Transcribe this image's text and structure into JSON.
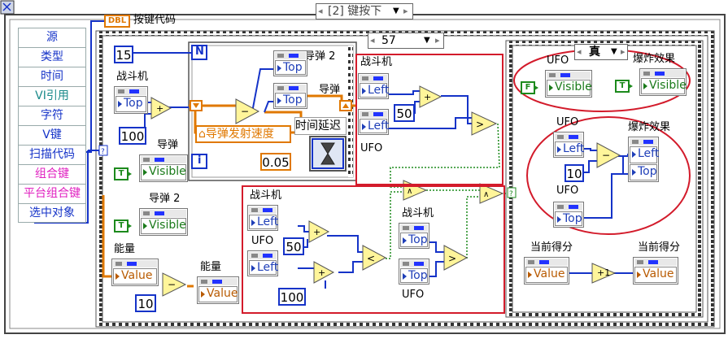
{
  "event_structure": {
    "selector_label": "[2] 键按下",
    "event_data_items": [
      {
        "label": "源",
        "color": "#1533c8"
      },
      {
        "label": "类型",
        "color": "#1533c8"
      },
      {
        "label": "时间",
        "color": "#1533c8"
      },
      {
        "label": "VI引用",
        "color": "#1a8a8a"
      },
      {
        "label": "字符",
        "color": "#1533c8"
      },
      {
        "label": "V键",
        "color": "#1533c8"
      },
      {
        "label": "扫描代码",
        "color": "#1533c8"
      },
      {
        "label": "组合键",
        "color": "#e020c0"
      },
      {
        "label": "平台组合键",
        "color": "#e020c0"
      },
      {
        "label": "选中对象",
        "color": "#1533c8"
      }
    ],
    "key_code_indicator_label": "按键代码",
    "key_code_indicator_tag": "DBL",
    "case_selector_value": "57"
  },
  "left_pane": {
    "fighter_label": "战斗机",
    "fighter_prop": "Top",
    "const_15": "15",
    "const_100": "100",
    "missile_label": "导弹",
    "missile_bool": "T",
    "missile_prop": "Visible",
    "missile2_label": "导弹 2",
    "missile2_bool": "T",
    "missile2_prop": "Visible",
    "energy_label": "能量",
    "energy_prop": "Value",
    "energy_out_label": "能量",
    "energy_out_prop": "Value",
    "const_10": "10"
  },
  "for_loop": {
    "count_terminal": "N",
    "iteration_terminal": "i",
    "missile2_label": "导弹 2",
    "missile2_prop": "Top",
    "missile_label": "导弹",
    "missile_prop": "Top",
    "speed_label": "导弹发射速度",
    "delay_label": "时间延迟",
    "delay_value": "0.05"
  },
  "middle_block": {
    "fighter_label": "战斗机",
    "fighter_prop1": "Left",
    "fighter_prop2": "Left",
    "ufo_label": "UFO",
    "const_50": "50"
  },
  "red_block": {
    "fighter_label": "战斗机",
    "fighter_prop": "Left",
    "ufo_label": "UFO",
    "ufo_prop": "Left",
    "const_50": "50",
    "const_100": "100",
    "fighter2_label": "战斗机",
    "fighter2_prop": "Top",
    "ufo2_label": "UFO",
    "ufo2_prop": "Top"
  },
  "inner_case": {
    "selector_value": "真",
    "ufo_label": "UFO",
    "ufo_bool": "F",
    "ufo_prop": "Visible",
    "explosion_label": "爆炸效果",
    "explosion_bool": "T",
    "explosion_prop": "Visible",
    "ufo2_label": "UFO",
    "ufo2_prop": "Left",
    "explosion2_label": "爆炸效果",
    "explosion2_prop1": "Left",
    "explosion2_prop2": "Top",
    "const_10": "10",
    "ufo3_label": "UFO",
    "ufo3_prop": "Top",
    "score_label": "当前得分",
    "score_prop": "Value",
    "score_out_label": "当前得分",
    "score_out_prop": "Value",
    "increment": "+1"
  },
  "colors": {
    "wire_blue": "#1533c8",
    "wire_orange": "#e07800",
    "wire_green": "#1c8a1c",
    "highlight_red": "#d31b2b"
  }
}
